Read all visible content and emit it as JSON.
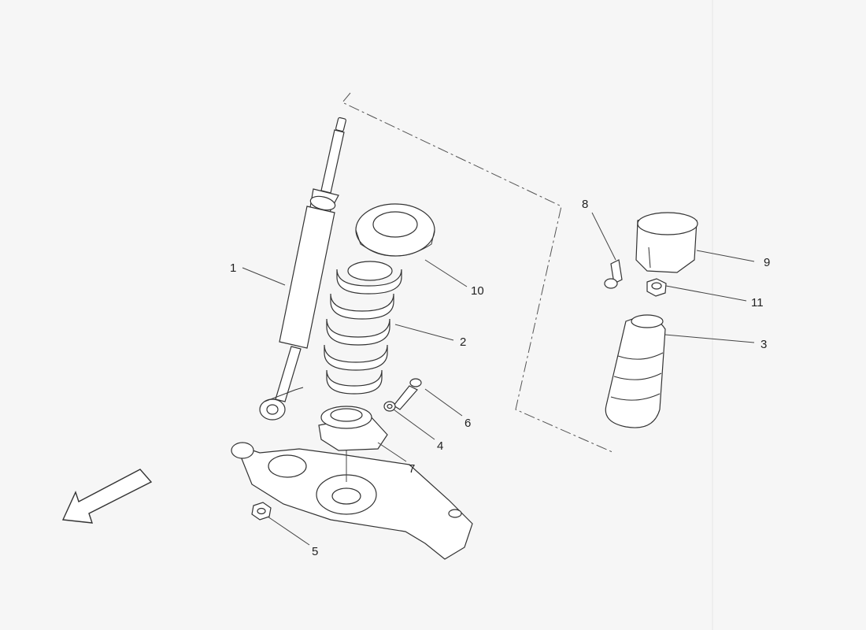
{
  "diagram": {
    "callouts": [
      {
        "id": "c1",
        "label": "1"
      },
      {
        "id": "c2",
        "label": "2"
      },
      {
        "id": "c3",
        "label": "3"
      },
      {
        "id": "c4",
        "label": "4"
      },
      {
        "id": "c5",
        "label": "5"
      },
      {
        "id": "c6",
        "label": "6"
      },
      {
        "id": "c7",
        "label": "7"
      },
      {
        "id": "c8",
        "label": "8"
      },
      {
        "id": "c9",
        "label": "9"
      },
      {
        "id": "c10",
        "label": "10"
      },
      {
        "id": "c11",
        "label": "11"
      }
    ],
    "direction_arrow_icon": "front-direction-arrow-icon",
    "colors": {
      "line": "#333333",
      "background": "#f6f6f6"
    }
  }
}
